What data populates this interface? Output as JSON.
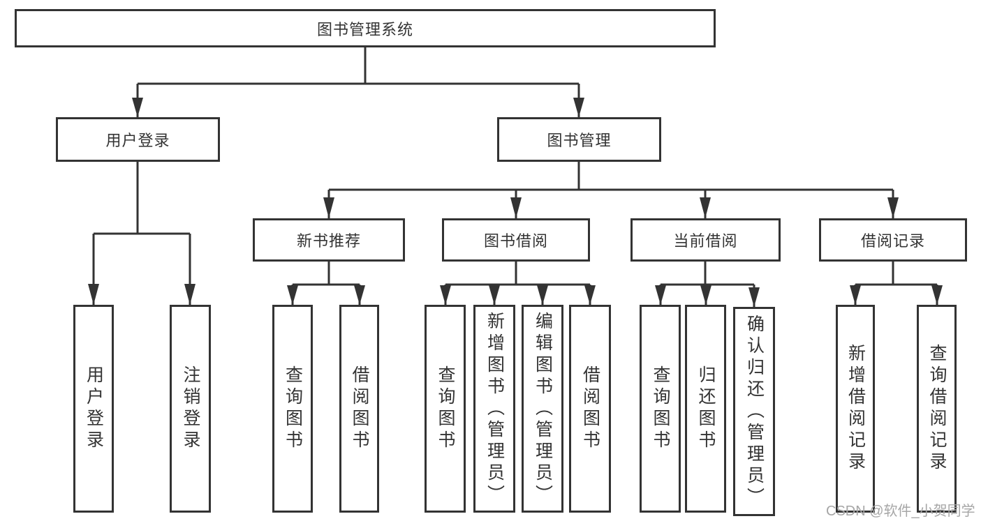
{
  "diagram_type": "hierarchy-tree",
  "colors": {
    "line": "#333333",
    "box_border": "#333333",
    "text": "#333333",
    "background": "#ffffff",
    "watermark": "#a6a6a6"
  },
  "tree": {
    "root": "图书管理系统",
    "children": [
      {
        "label": "用户登录",
        "children": [
          {
            "label": "用户登录"
          },
          {
            "label": "注销登录"
          }
        ]
      },
      {
        "label": "图书管理",
        "children": [
          {
            "label": "新书推荐",
            "children": [
              {
                "label": "查询图书"
              },
              {
                "label": "借阅图书"
              }
            ]
          },
          {
            "label": "图书借阅",
            "children": [
              {
                "label": "查询图书"
              },
              {
                "label": "新增图书（管理员）"
              },
              {
                "label": "编辑图书（管理员）"
              },
              {
                "label": "借阅图书"
              }
            ]
          },
          {
            "label": "当前借阅",
            "children": [
              {
                "label": "查询图书"
              },
              {
                "label": "归还图书"
              },
              {
                "label": "确认归还（管理员）"
              }
            ]
          },
          {
            "label": "借阅记录",
            "children": [
              {
                "label": "新增借阅记录"
              },
              {
                "label": "查询借阅记录"
              }
            ]
          }
        ]
      }
    ]
  },
  "watermark": "CSDN @软件_小贺同学"
}
